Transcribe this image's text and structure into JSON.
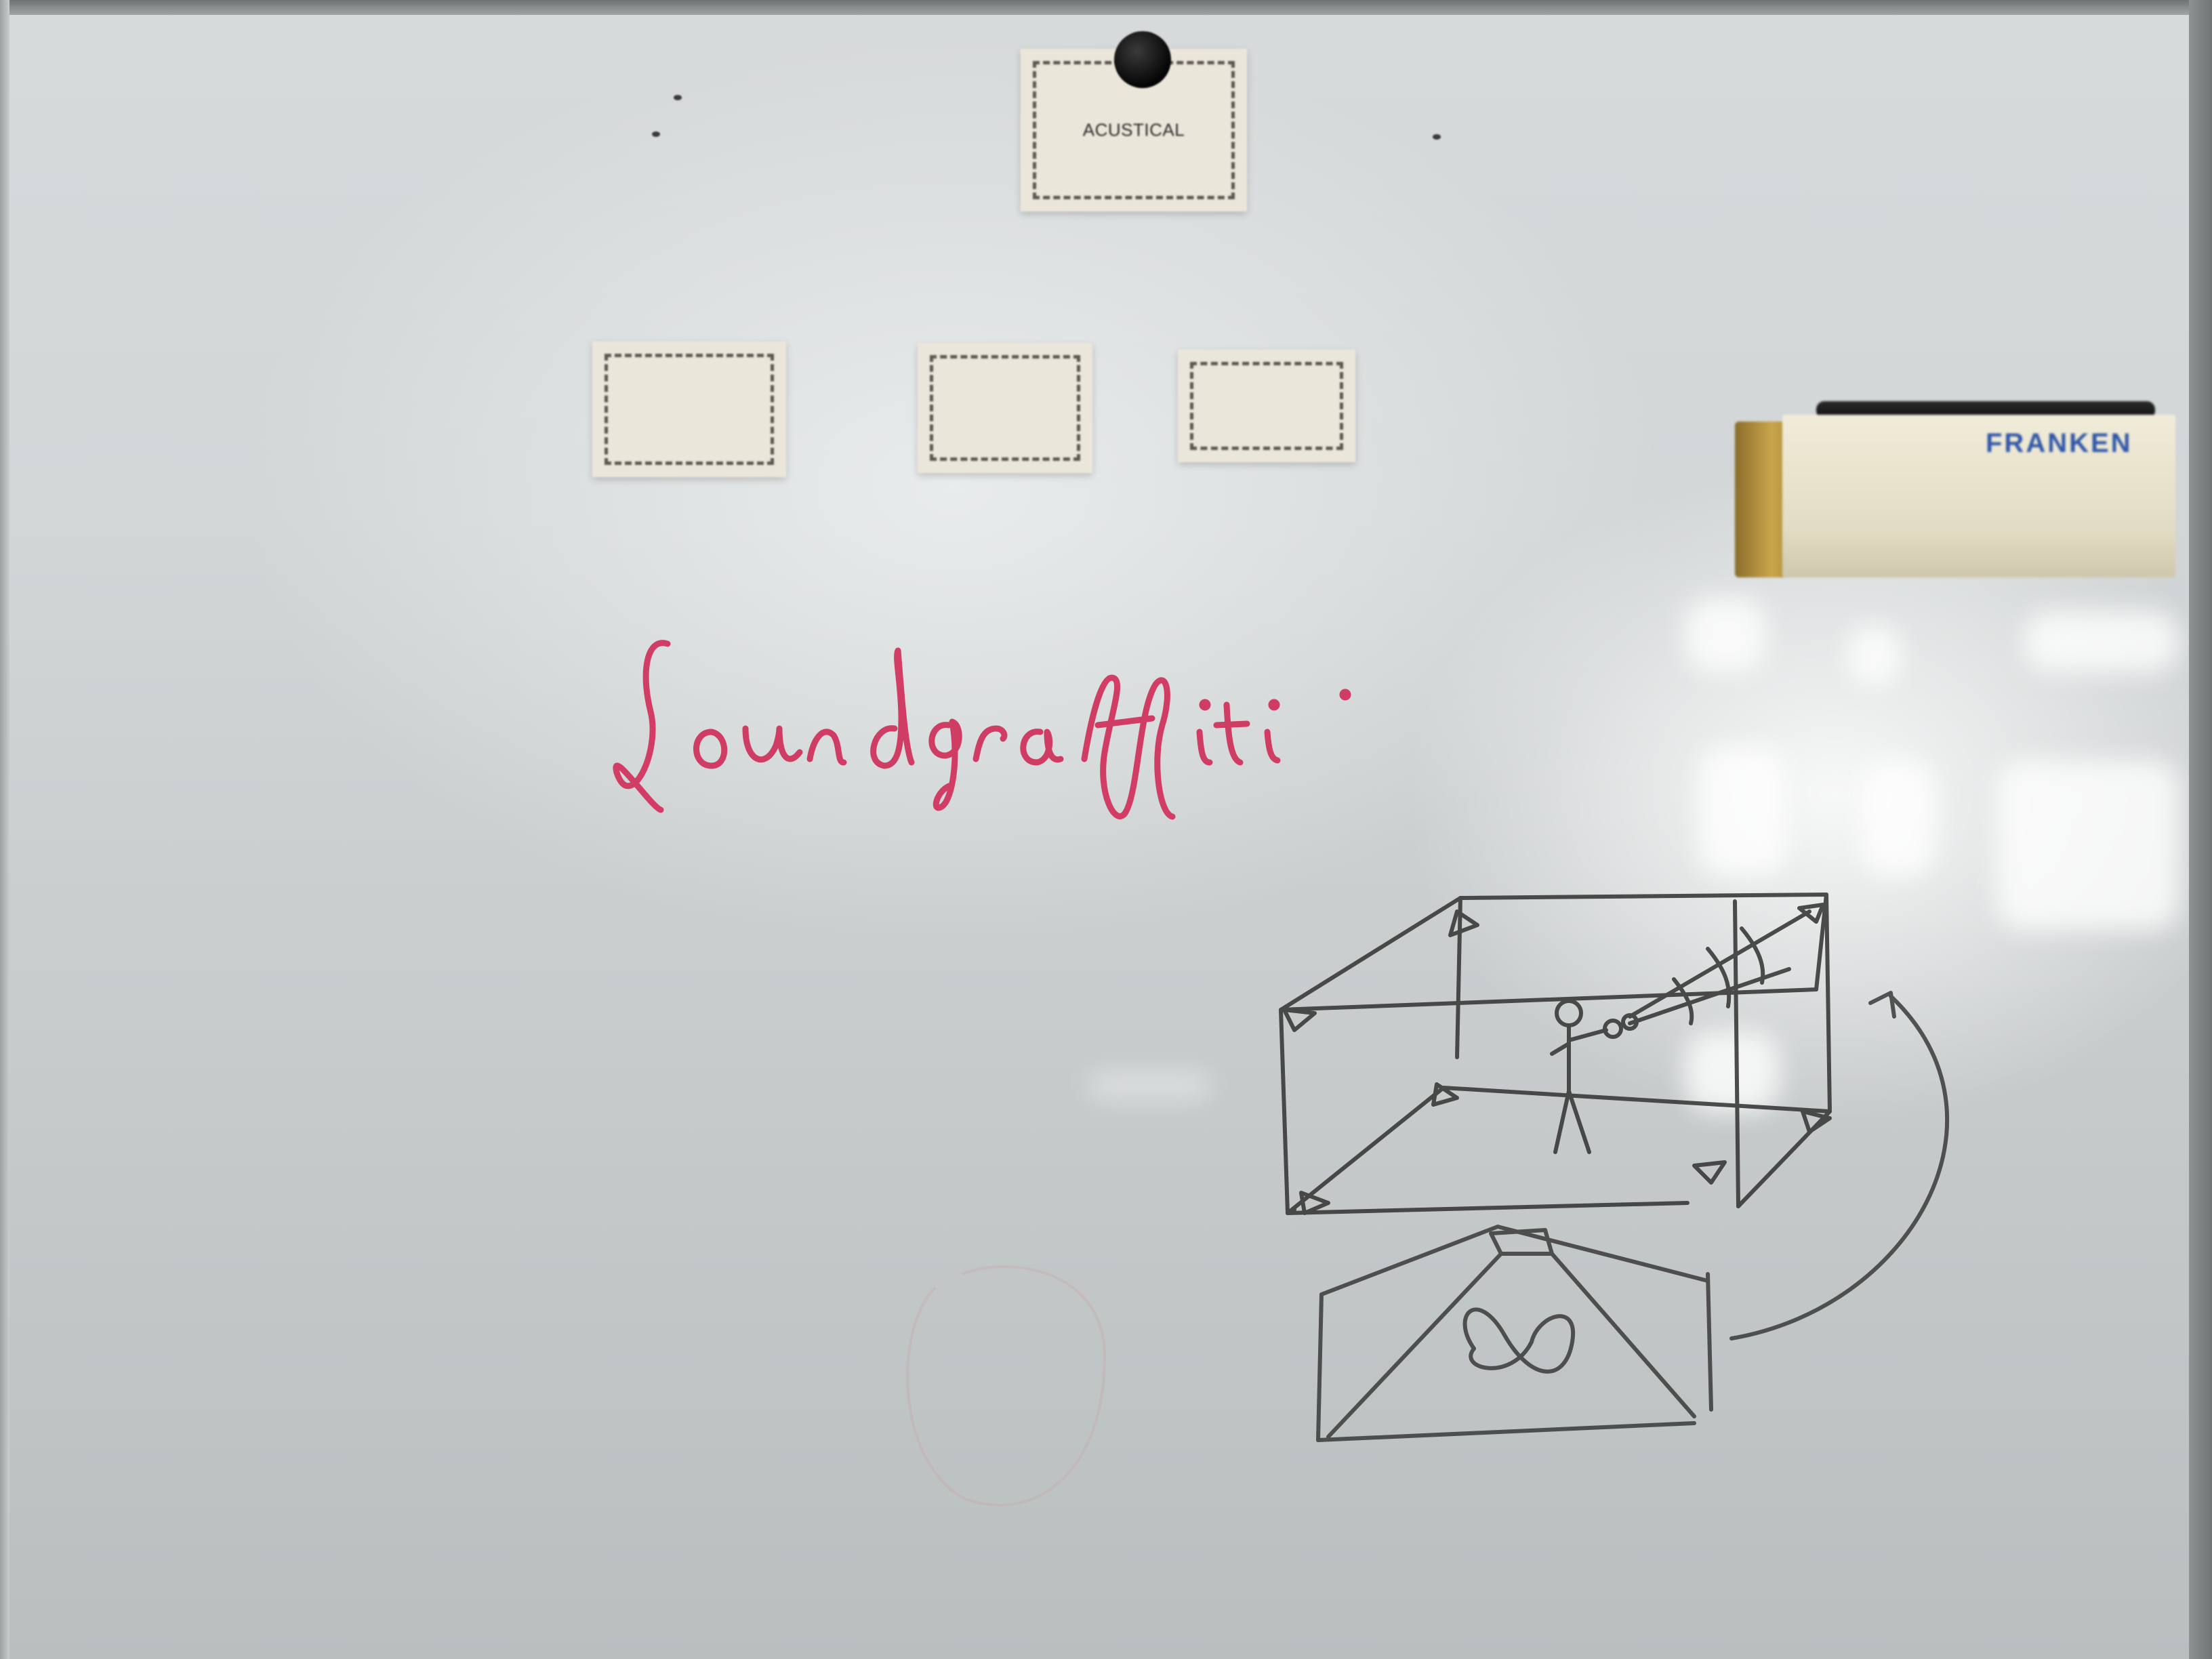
{
  "scene": {
    "subject": "whiteboard",
    "board_color": "#d5d8d9"
  },
  "cards": {
    "top": {
      "label": "ACUSTICAL"
    },
    "left": {
      "label": ""
    },
    "middle": {
      "label": ""
    },
    "right": {
      "label": ""
    }
  },
  "eraser": {
    "brand": "FRANKEN"
  },
  "handwriting": {
    "text": "Soundgraffiti",
    "color": "#d0305a"
  },
  "sketch": {
    "color": "#3a3a3a"
  }
}
